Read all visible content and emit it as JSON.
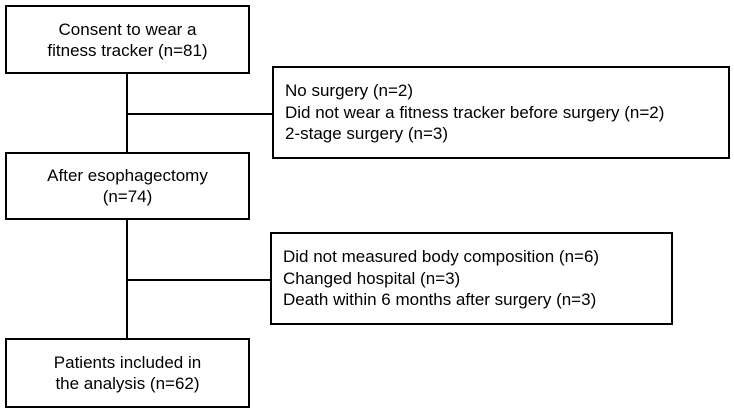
{
  "flow": {
    "consent": {
      "line1": "Consent to wear a",
      "line2": "fitness tracker (n=81)"
    },
    "after": {
      "line1": "After esophagectomy",
      "line2": "(n=74)"
    },
    "included": {
      "line1": "Patients included in",
      "line2": "the analysis (n=62)"
    }
  },
  "exclusions1": [
    "No surgery (n=2)",
    "Did not wear a fitness tracker before surgery (n=2)",
    "2-stage surgery (n=3)"
  ],
  "exclusions2": [
    "Did not measured body composition (n=6)",
    "Changed hospital (n=3)",
    "Death within 6 months after surgery (n=3)"
  ]
}
